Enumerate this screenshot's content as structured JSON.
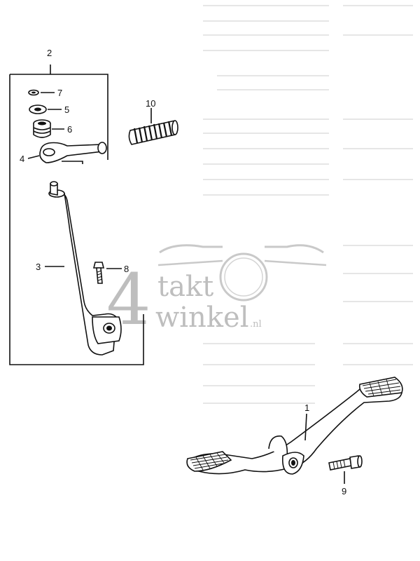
{
  "watermark": {
    "number": "4",
    "word1": "takt",
    "word2": "winkel",
    "suffix": ".nl"
  },
  "callouts": [
    {
      "id": "2",
      "label": "2"
    },
    {
      "id": "7",
      "label": "7"
    },
    {
      "id": "5",
      "label": "5"
    },
    {
      "id": "6",
      "label": "6"
    },
    {
      "id": "10",
      "label": "10"
    },
    {
      "id": "4",
      "label": "4"
    },
    {
      "id": "3",
      "label": "3"
    },
    {
      "id": "8",
      "label": "8"
    },
    {
      "id": "1",
      "label": "1"
    },
    {
      "id": "9",
      "label": "9"
    }
  ],
  "colors": {
    "line": "#111111",
    "watermark": "#b8b8b8"
  }
}
